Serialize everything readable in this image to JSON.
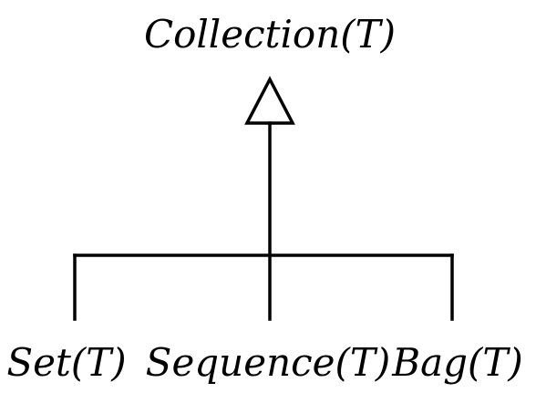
{
  "diagram": {
    "type": "class-inheritance",
    "parent": {
      "label": "Collection(T)"
    },
    "children": [
      {
        "label": "Set(T)"
      },
      {
        "label": "Sequence(T)"
      },
      {
        "label": "Bag(T)"
      }
    ],
    "relationship": "generalization",
    "colors": {
      "line": "#000000",
      "background": "#ffffff",
      "arrowhead_fill": "#ffffff"
    }
  }
}
